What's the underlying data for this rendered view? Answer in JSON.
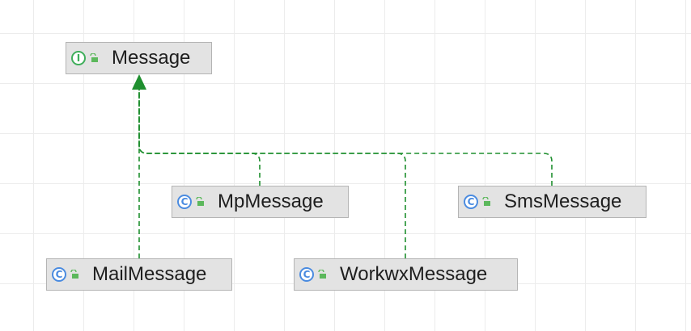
{
  "diagram": {
    "nodes": [
      {
        "id": "message",
        "label": "Message",
        "kind": "interface",
        "badge": "I"
      },
      {
        "id": "mp",
        "label": "MpMessage",
        "kind": "class",
        "badge": "C"
      },
      {
        "id": "sms",
        "label": "SmsMessage",
        "kind": "class",
        "badge": "C"
      },
      {
        "id": "mail",
        "label": "MailMessage",
        "kind": "class",
        "badge": "C"
      },
      {
        "id": "workwx",
        "label": "WorkwxMessage",
        "kind": "class",
        "badge": "C"
      }
    ],
    "edges": [
      {
        "from": "mail",
        "to": "message",
        "relation": "implements"
      },
      {
        "from": "mp",
        "to": "message",
        "relation": "implements"
      },
      {
        "from": "workwx",
        "to": "message",
        "relation": "implements"
      },
      {
        "from": "sms",
        "to": "message",
        "relation": "implements"
      }
    ]
  },
  "colors": {
    "edge": "#1f8f2f",
    "interface_badge": "#3fae5b",
    "class_badge": "#4a8be0",
    "lock": "#5cb85c"
  },
  "icons": {
    "interface": "interface-icon",
    "class": "class-icon",
    "visibility": "public-lock-icon"
  }
}
